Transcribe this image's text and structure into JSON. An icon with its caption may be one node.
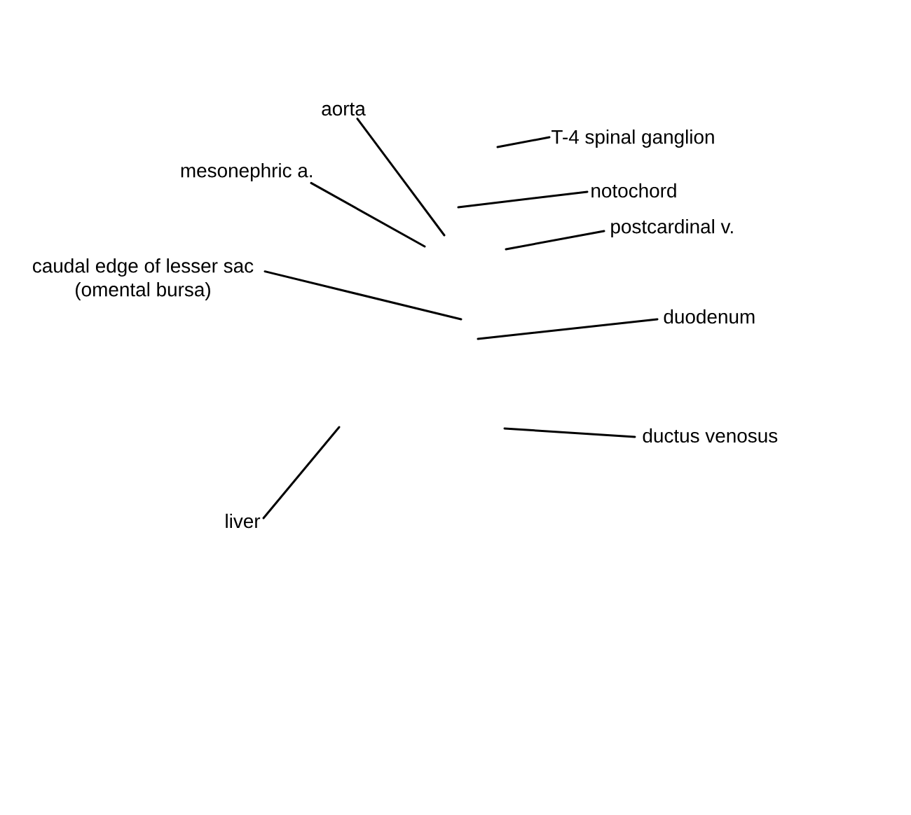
{
  "diagram": {
    "nodes": [
      {
        "text": [
          "aorta"
        ]
      },
      {
        "text": [
          "T-4 spinal ganglion"
        ]
      },
      {
        "text": [
          "mesonephric a."
        ]
      },
      {
        "text": [
          "notochord"
        ]
      },
      {
        "text": [
          "postcardinal v."
        ]
      },
      {
        "text": [
          "caudal edge of lesser sac (omental bursa)"
        ]
      },
      {
        "text": [
          "duodenum"
        ]
      },
      {
        "text": [
          "ductus venosus"
        ]
      },
      {
        "text": [
          "liver"
        ]
      }
    ],
    "edges": [
      {
        "from": 0,
        "to": null,
        "arrow": "none"
      },
      {
        "from": 1,
        "to": null,
        "arrow": "none"
      },
      {
        "from": 2,
        "to": null,
        "arrow": "none"
      },
      {
        "from": 3,
        "to": null,
        "arrow": "none"
      },
      {
        "from": 4,
        "to": null,
        "arrow": "none"
      },
      {
        "from": 5,
        "to": null,
        "arrow": "none"
      },
      {
        "from": 6,
        "to": null,
        "arrow": "none"
      },
      {
        "from": 7,
        "to": null,
        "arrow": "none"
      },
      {
        "from": 8,
        "to": null,
        "arrow": "none"
      }
    ]
  }
}
